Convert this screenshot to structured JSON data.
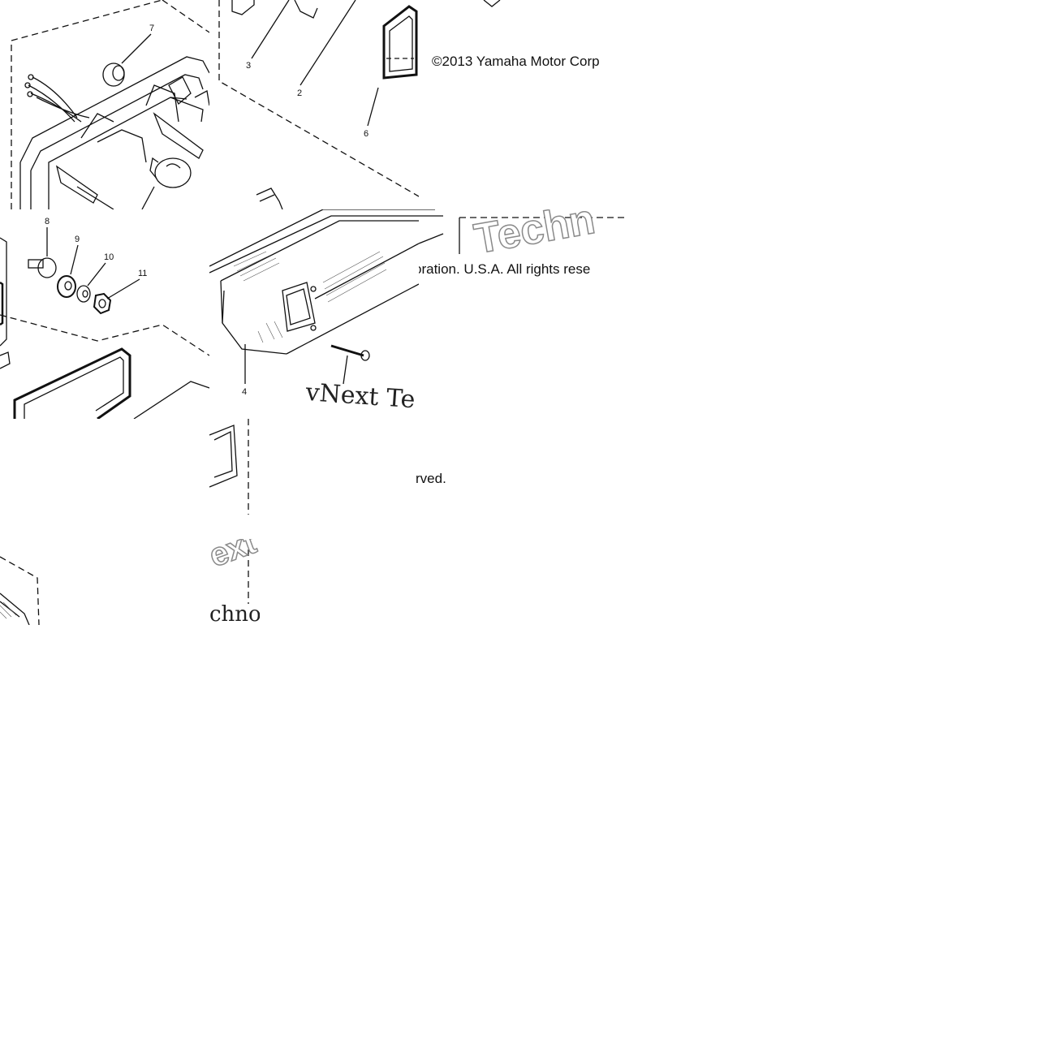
{
  "diagram": {
    "callouts": [
      "2",
      "3",
      "4",
      "6",
      "7",
      "8",
      "9",
      "10",
      "11"
    ],
    "copyright_segments": [
      "©2013 Yamaha Motor Corp",
      "oration. U.S.A. All rights rese",
      "rved."
    ],
    "watermark_segments": [
      "Techn",
      "vNext Te",
      "vNe",
      "ext",
      "chno"
    ]
  },
  "colors": {
    "line": "#111111",
    "watermark_outline": "#8a8a8a",
    "background": "#ffffff"
  }
}
